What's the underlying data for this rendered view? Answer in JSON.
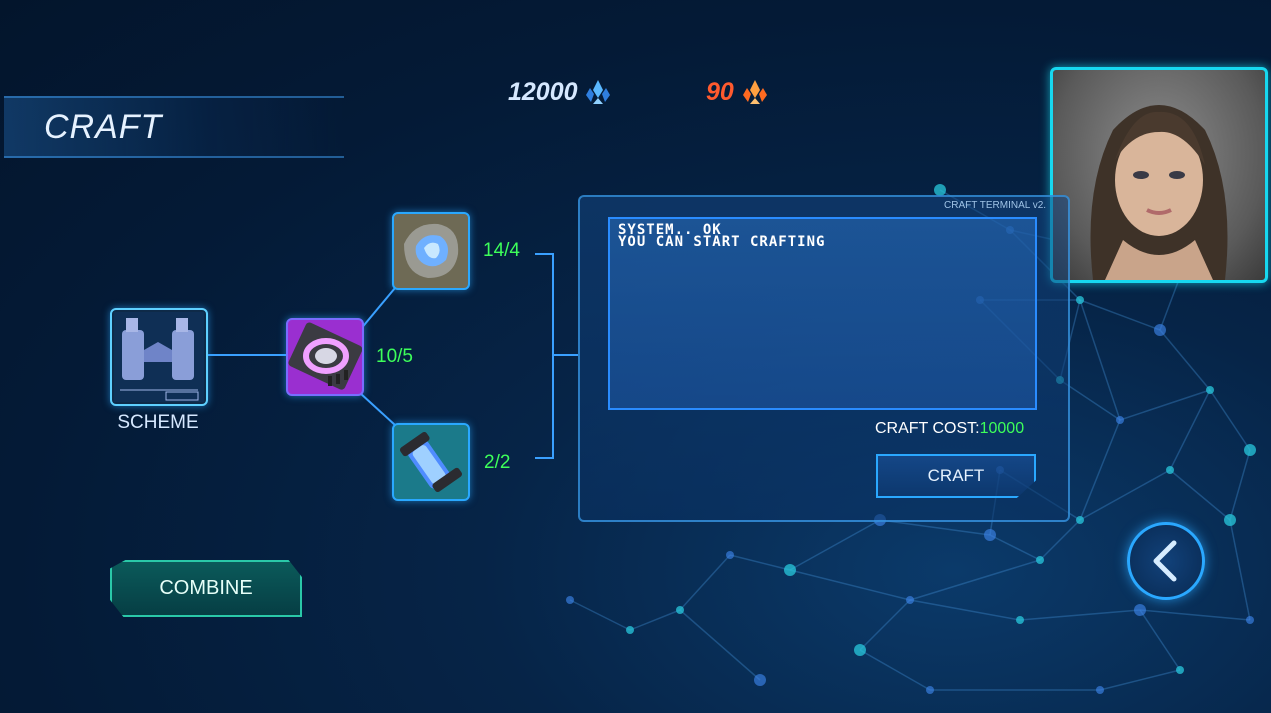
{
  "header": {
    "title": "CRAFT"
  },
  "currency": {
    "blue": {
      "value": "12000",
      "icon": "blue-crystal-icon",
      "color": "#4aa8ff"
    },
    "orange": {
      "value": "90",
      "icon": "orange-crystal-icon",
      "color": "#ff7a2e"
    }
  },
  "recipe": {
    "scheme": {
      "label": "SCHEME",
      "icon": "blueprint-icon"
    },
    "component": {
      "count": "10/5",
      "icon": "chip-icon"
    },
    "materials": [
      {
        "count": "14/4",
        "icon": "crystal-ore-icon"
      },
      {
        "count": "2/2",
        "icon": "energy-canister-icon"
      }
    ]
  },
  "terminal": {
    "version": "CRAFT TERMINAL v2.",
    "lines": [
      "SYSTEM.. OK",
      "YOU CAN START CRAFTING"
    ],
    "cost_label": "CRAFT COST:",
    "cost_value": "10000",
    "craft_button": "CRAFT"
  },
  "actions": {
    "combine_button": "COMBINE",
    "back_icon": "chevron-left-icon"
  },
  "colors": {
    "accent": "#2aa8ff",
    "count_green": "#3dff5a",
    "avatar_border": "#17d8f0"
  }
}
